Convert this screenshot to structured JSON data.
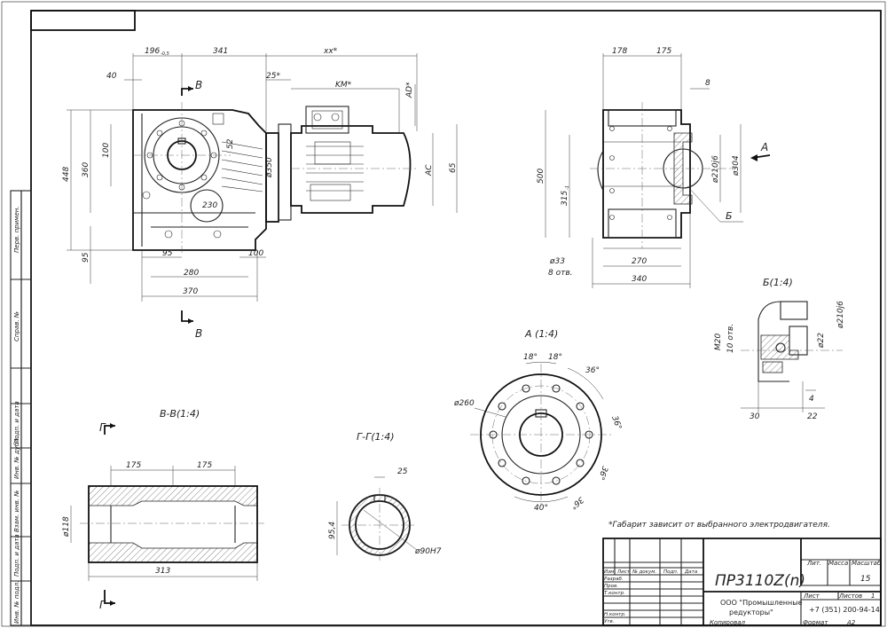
{
  "dims": {
    "top_196": "196",
    "top_196_tol": "-0,5",
    "top_341": "341",
    "top_xx": "xx*",
    "top_40": "40",
    "top_25": "25*",
    "top_km": "KM*",
    "top_ad": "AD*",
    "top_178": "178",
    "top_175": "175",
    "v_448": "448",
    "v_360": "360",
    "v_100": "100",
    "v_95": "95",
    "in_52": "52",
    "in_230": "230",
    "in_350": "ø350",
    "v_ac": "AC",
    "v_65": "65",
    "b_95": "95",
    "b_280": "280",
    "b_100": "100",
    "b_370": "370",
    "s_8": "8",
    "s_500": "500",
    "s_315": "315",
    "s_315_tol": "-1",
    "s_210": "ø210j6",
    "s_304": "ø304",
    "s_33": "ø33",
    "s_8otv": "8 отв.",
    "s_270": "270",
    "s_340": "340",
    "sec_m20": "M20",
    "sec_10otv": "10 отв.",
    "sec_22d": "ø22",
    "sec_210": "ø210j6",
    "sec_4": "4",
    "sec_30": "30",
    "sec_22": "22",
    "a_18a": "18°",
    "a_18b": "18°",
    "a_36a": "36°",
    "a_36b": "36°",
    "a_36c": "36°",
    "a_36d": "36°",
    "a_40": "40°",
    "a_260": "ø260",
    "vv_175a": "175",
    "vv_175b": "175",
    "vv_118": "ø118",
    "vv_313": "313",
    "gg_25": "25",
    "gg_954": "95,4",
    "gg_90": "ø90H7"
  },
  "labels": {
    "arrow_b_top": "B",
    "arrow_b_bottom": "B",
    "arrow_a": "A",
    "label_b_callout": "Б",
    "view_b": "Б(1:4)",
    "view_a": "A (1:4)",
    "section_vv": "B-B(1:4)",
    "section_gg": "Г-Г(1:4)",
    "arrow_g_top": "Г",
    "arrow_g_bottom": "Г",
    "footnote": "*Габарит зависит от выбранного электродвигателя."
  },
  "left_strip": {
    "perv_primen": "Перв. примен.",
    "sprav": "Справ. №",
    "podp_data_1": "Подп. и дата",
    "inv_dubl": "Инв. № дубл.",
    "vzam_inv": "Взам. инв. №",
    "podp_data_2": "Подп. и дата",
    "inv_podl": "Инв. № подл."
  },
  "title_block": {
    "designation": "ПР3110Z(n)",
    "company_line1": "ООО \"Промышленные",
    "company_line2": "редукторы\"",
    "col_lit": "Лит.",
    "col_mass": "Масса",
    "col_scale": "Масштаб",
    "scale_value": "15",
    "col_sheet": "Лист",
    "col_sheets": "Листов",
    "sheets_value": "1",
    "phone": "+7 (351) 200-94-14",
    "row_izm": "Изм.",
    "row_list": "Лист",
    "row_ndokum": "№ докум.",
    "row_podp": "Подп.",
    "row_data": "Дата",
    "row_razrab": "Разраб.",
    "row_prov": "Пров.",
    "row_tkontr": "Т.контр.",
    "row_nkontr": "Н.контр.",
    "row_utv": "Утв.",
    "kopiroval": "Копировал",
    "format_label": "Формат",
    "format_value": "A2"
  }
}
